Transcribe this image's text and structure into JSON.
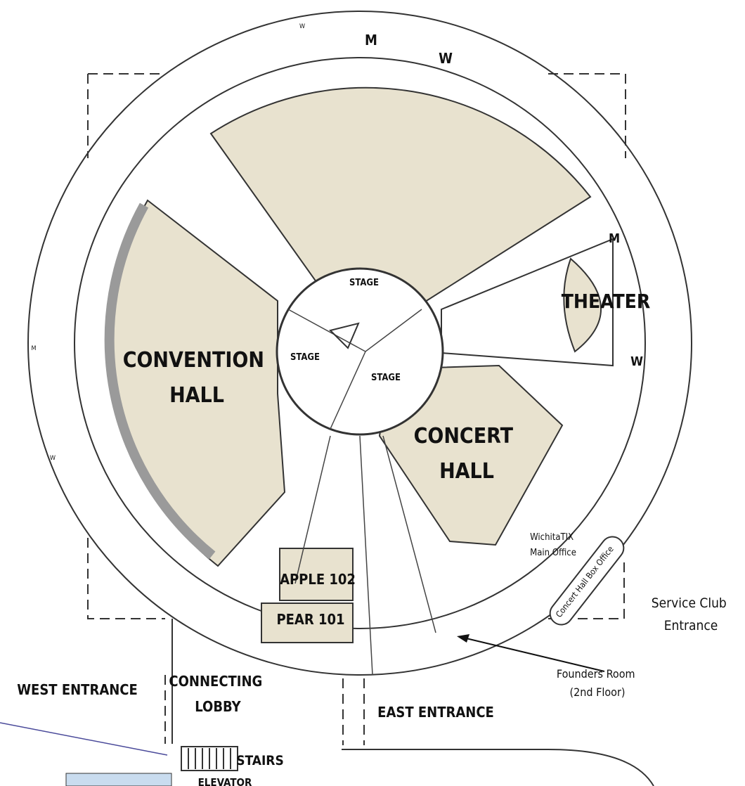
{
  "venues": {
    "convention_hall": "CONVENTION\nHALL",
    "concert_hall": "CONCERT\nHALL",
    "theater": "THEATER",
    "stage_top": "STAGE",
    "stage_left": "STAGE",
    "stage_right": "STAGE",
    "apple": "APPLE 102",
    "pear": "PEAR 101"
  },
  "offices": {
    "wichitatix": "WichitaTIX\nMain Office",
    "box_office": "Concert Hall Box Office"
  },
  "entrances": {
    "west": "WEST ENTRANCE",
    "east": "EAST ENTRANCE",
    "service_club": "Service Club\nEntrance",
    "connecting_lobby": "CONNECTING\nLOBBY",
    "stairs": "STAIRS",
    "elevator": "ELEVATOR"
  },
  "annotations": {
    "founders_room": "Founders Room\n(2nd Floor)"
  },
  "restrooms": {
    "top_m": "M",
    "top_w": "W",
    "theater_m": "M",
    "theater_w": "W",
    "tiny_w_top": "W",
    "tiny_w_left": "W",
    "tiny_m_left": "M"
  },
  "colors": {
    "room_fill": "#e8e2cf",
    "wall": "#333333",
    "seating_bar": "#9a9a9a",
    "lobby_blue": "#c9dcef"
  }
}
